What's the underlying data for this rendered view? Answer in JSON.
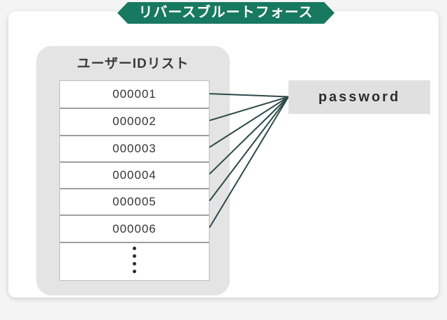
{
  "title_banner": {
    "label": "リバースブルートフォース",
    "bg_color": "#17795f",
    "text_color": "#ffffff"
  },
  "id_list": {
    "header": "ユーザーIDリスト",
    "rows": [
      "000001",
      "000002",
      "000003",
      "000004",
      "000005",
      "000006"
    ],
    "ellipsis_dot_count": 4,
    "panel_bg_color": "#e4e4e5"
  },
  "password_box": {
    "label": "password",
    "bg_color": "#e0e0e1"
  },
  "connections": {
    "description": "one line from each user-id row to the password box",
    "color": "#2d4948"
  }
}
